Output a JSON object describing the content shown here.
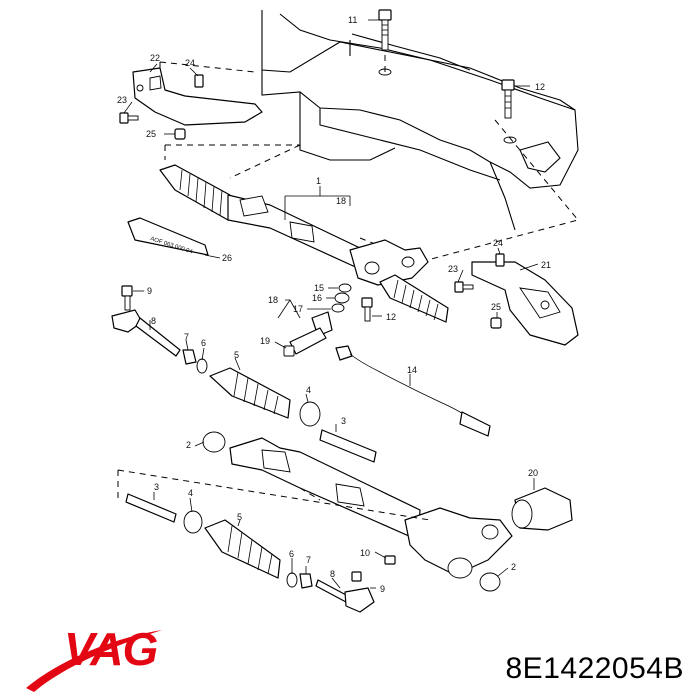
{
  "diagram": {
    "callouts": [
      {
        "id": "c1",
        "text": "1"
      },
      {
        "id": "c18a",
        "text": "18"
      },
      {
        "id": "c11",
        "text": "11"
      },
      {
        "id": "c12a",
        "text": "12"
      },
      {
        "id": "c22a",
        "text": "22"
      },
      {
        "id": "c24a",
        "text": "24"
      },
      {
        "id": "c23a",
        "text": "23"
      },
      {
        "id": "c25a",
        "text": "25"
      },
      {
        "id": "c26",
        "text": "26"
      },
      {
        "id": "c24b",
        "text": "24"
      },
      {
        "id": "c23b",
        "text": "23"
      },
      {
        "id": "c21",
        "text": "21"
      },
      {
        "id": "c25b",
        "text": "25"
      },
      {
        "id": "c15",
        "text": "15"
      },
      {
        "id": "c16",
        "text": "16"
      },
      {
        "id": "c17",
        "text": "17"
      },
      {
        "id": "c18b",
        "text": "18"
      },
      {
        "id": "c19",
        "text": "19"
      },
      {
        "id": "c12b",
        "text": "12"
      },
      {
        "id": "c9a",
        "text": "9"
      },
      {
        "id": "c8a",
        "text": "8"
      },
      {
        "id": "c7a",
        "text": "7"
      },
      {
        "id": "c6a",
        "text": "6"
      },
      {
        "id": "c5a",
        "text": "5"
      },
      {
        "id": "c4a",
        "text": "4"
      },
      {
        "id": "c3a",
        "text": "3"
      },
      {
        "id": "c2a",
        "text": "2"
      },
      {
        "id": "c14",
        "text": "14"
      },
      {
        "id": "c3b",
        "text": "3"
      },
      {
        "id": "c4b",
        "text": "4"
      },
      {
        "id": "c5b",
        "text": "5"
      },
      {
        "id": "c6b",
        "text": "6"
      },
      {
        "id": "c7b",
        "text": "7"
      },
      {
        "id": "c8b",
        "text": "8"
      },
      {
        "id": "c9b",
        "text": "9"
      },
      {
        "id": "c10",
        "text": "10"
      },
      {
        "id": "c20",
        "text": "20"
      },
      {
        "id": "c2b",
        "text": "2"
      }
    ],
    "grease_tube_label": "AOF 063 000 04"
  },
  "brand": {
    "name": "VAG",
    "color": "#e30613"
  },
  "part_number": "8E1422054B"
}
